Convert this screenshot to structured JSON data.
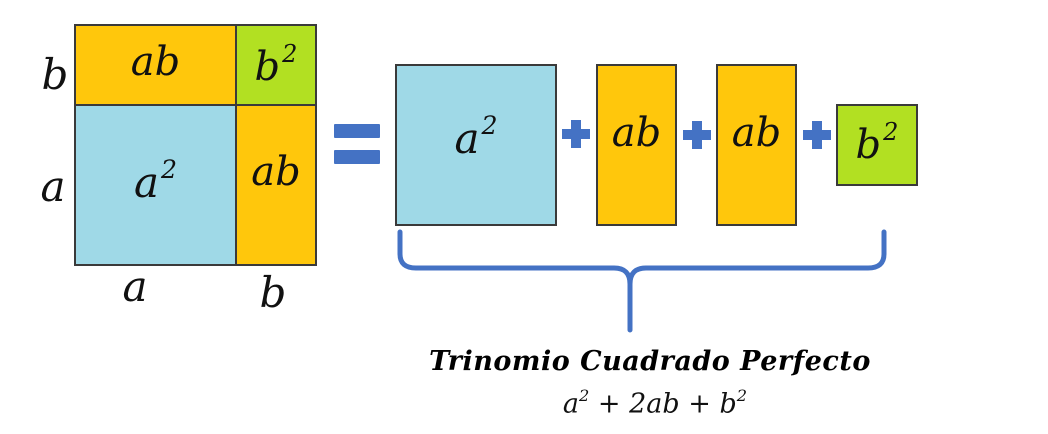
{
  "colors": {
    "square_a": "#9fd9e7",
    "rect_ab": "#ffc70c",
    "square_b": "#b2e022",
    "operator": "#4472c4",
    "border": "#3a3a3a"
  },
  "left_square": {
    "side_label_top": "b",
    "side_label_bottom": "a",
    "bottom_label_left": "a",
    "bottom_label_right": "b",
    "cell_top_left": "ab",
    "cell_top_right_base": "b",
    "cell_top_right_exp": "2",
    "cell_bottom_left_base": "a",
    "cell_bottom_left_exp": "2",
    "cell_bottom_right": "ab"
  },
  "right_terms": {
    "a2_base": "a",
    "a2_exp": "2",
    "ab1": "ab",
    "ab2": "ab",
    "b2_base": "b",
    "b2_exp": "2"
  },
  "caption": {
    "title": "Trinomio Cuadrado Perfecto",
    "formula": {
      "t1_base": "a",
      "t1_exp": "2",
      "op1": "+",
      "t2": "2ab",
      "op2": "+",
      "t3_base": "b",
      "t3_exp": "2"
    }
  },
  "icons": [
    "equals-sign",
    "plus-sign",
    "plus-sign",
    "plus-sign",
    "curly-brace"
  ]
}
